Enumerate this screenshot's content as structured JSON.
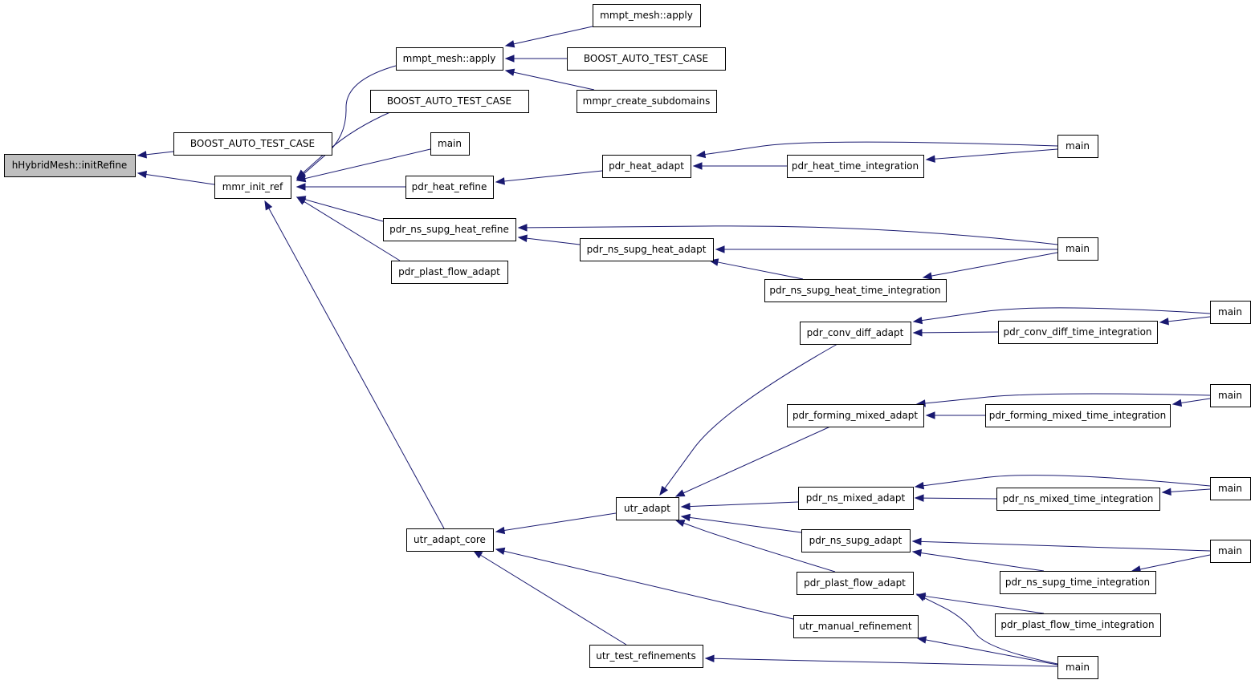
{
  "nodes": [
    {
      "id": "root",
      "label": "hHybridMesh::initRefine"
    },
    {
      "id": "bat1",
      "label": "BOOST_AUTO_TEST_CASE"
    },
    {
      "id": "mir",
      "label": "mmr_init_ref"
    },
    {
      "id": "mma",
      "label": "mmpt_mesh::apply"
    },
    {
      "id": "mma2",
      "label": "mmpt_mesh::apply"
    },
    {
      "id": "bat2",
      "label": "BOOST_AUTO_TEST_CASE"
    },
    {
      "id": "mcs",
      "label": "mmpr_create_subdomains"
    },
    {
      "id": "bat3",
      "label": "BOOST_AUTO_TEST_CASE"
    },
    {
      "id": "main1",
      "label": "main"
    },
    {
      "id": "phr",
      "label": "pdr_heat_refine"
    },
    {
      "id": "pha",
      "label": "pdr_heat_adapt"
    },
    {
      "id": "phti",
      "label": "pdr_heat_time_integration"
    },
    {
      "id": "main2",
      "label": "main"
    },
    {
      "id": "pnshr",
      "label": "pdr_ns_supg_heat_refine"
    },
    {
      "id": "pnsha",
      "label": "pdr_ns_supg_heat_adapt"
    },
    {
      "id": "main3",
      "label": "main"
    },
    {
      "id": "pnshti",
      "label": "pdr_ns_supg_heat_time_integration"
    },
    {
      "id": "ppfa1",
      "label": "pdr_plast_flow_adapt"
    },
    {
      "id": "pcda",
      "label": "pdr_conv_diff_adapt"
    },
    {
      "id": "pcdti",
      "label": "pdr_conv_diff_time_integration"
    },
    {
      "id": "main4",
      "label": "main"
    },
    {
      "id": "pfma",
      "label": "pdr_forming_mixed_adapt"
    },
    {
      "id": "pfmti",
      "label": "pdr_forming_mixed_time_integration"
    },
    {
      "id": "main5",
      "label": "main"
    },
    {
      "id": "pnma",
      "label": "pdr_ns_mixed_adapt"
    },
    {
      "id": "pnmti",
      "label": "pdr_ns_mixed_time_integration"
    },
    {
      "id": "main6",
      "label": "main"
    },
    {
      "id": "ua",
      "label": "utr_adapt"
    },
    {
      "id": "uac",
      "label": "utr_adapt_core"
    },
    {
      "id": "pnsa",
      "label": "pdr_ns_supg_adapt"
    },
    {
      "id": "main7",
      "label": "main"
    },
    {
      "id": "pnsti",
      "label": "pdr_ns_supg_time_integration"
    },
    {
      "id": "ppfa2",
      "label": "pdr_plast_flow_adapt"
    },
    {
      "id": "ppfti",
      "label": "pdr_plast_flow_time_integration"
    },
    {
      "id": "umr",
      "label": "utr_manual_refinement"
    },
    {
      "id": "utr",
      "label": "utr_test_refinements"
    },
    {
      "id": "main8",
      "label": "main"
    }
  ],
  "edges": [
    {
      "from": "bat1",
      "to": "root"
    },
    {
      "from": "mir",
      "to": "root"
    },
    {
      "from": "mma",
      "to": "mir"
    },
    {
      "from": "bat3",
      "to": "mir"
    },
    {
      "from": "main1",
      "to": "mir"
    },
    {
      "from": "phr",
      "to": "mir"
    },
    {
      "from": "pnshr",
      "to": "mir"
    },
    {
      "from": "ppfa1",
      "to": "mir"
    },
    {
      "from": "uac",
      "to": "mir"
    },
    {
      "from": "mma2",
      "to": "mma"
    },
    {
      "from": "bat2",
      "to": "mma"
    },
    {
      "from": "mcs",
      "to": "mma"
    },
    {
      "from": "pha",
      "to": "phr"
    },
    {
      "from": "main2",
      "to": "pha"
    },
    {
      "from": "phti",
      "to": "pha"
    },
    {
      "from": "main2",
      "to": "phti"
    },
    {
      "from": "main3",
      "to": "pnshr"
    },
    {
      "from": "pnsha",
      "to": "pnshr"
    },
    {
      "from": "main3",
      "to": "pnsha"
    },
    {
      "from": "pnshti",
      "to": "pnsha"
    },
    {
      "from": "main3",
      "to": "pnshti"
    },
    {
      "from": "ua",
      "to": "uac"
    },
    {
      "from": "umr",
      "to": "uac"
    },
    {
      "from": "utr",
      "to": "uac"
    },
    {
      "from": "pcda",
      "to": "ua"
    },
    {
      "from": "pfma",
      "to": "ua"
    },
    {
      "from": "pnma",
      "to": "ua"
    },
    {
      "from": "pnsa",
      "to": "ua"
    },
    {
      "from": "ppfa2",
      "to": "ua"
    },
    {
      "from": "main4",
      "to": "pcda"
    },
    {
      "from": "pcdti",
      "to": "pcda"
    },
    {
      "from": "main4",
      "to": "pcdti"
    },
    {
      "from": "main5",
      "to": "pfma"
    },
    {
      "from": "pfmti",
      "to": "pfma"
    },
    {
      "from": "main5",
      "to": "pfmti"
    },
    {
      "from": "main6",
      "to": "pnma"
    },
    {
      "from": "pnmti",
      "to": "pnma"
    },
    {
      "from": "main6",
      "to": "pnmti"
    },
    {
      "from": "main7",
      "to": "pnsa"
    },
    {
      "from": "pnsti",
      "to": "pnsa"
    },
    {
      "from": "main7",
      "to": "pnsti"
    },
    {
      "from": "main8",
      "to": "ppfa2"
    },
    {
      "from": "ppfti",
      "to": "ppfa2"
    },
    {
      "from": "main8",
      "to": "umr"
    },
    {
      "from": "main8",
      "to": "utr"
    }
  ]
}
